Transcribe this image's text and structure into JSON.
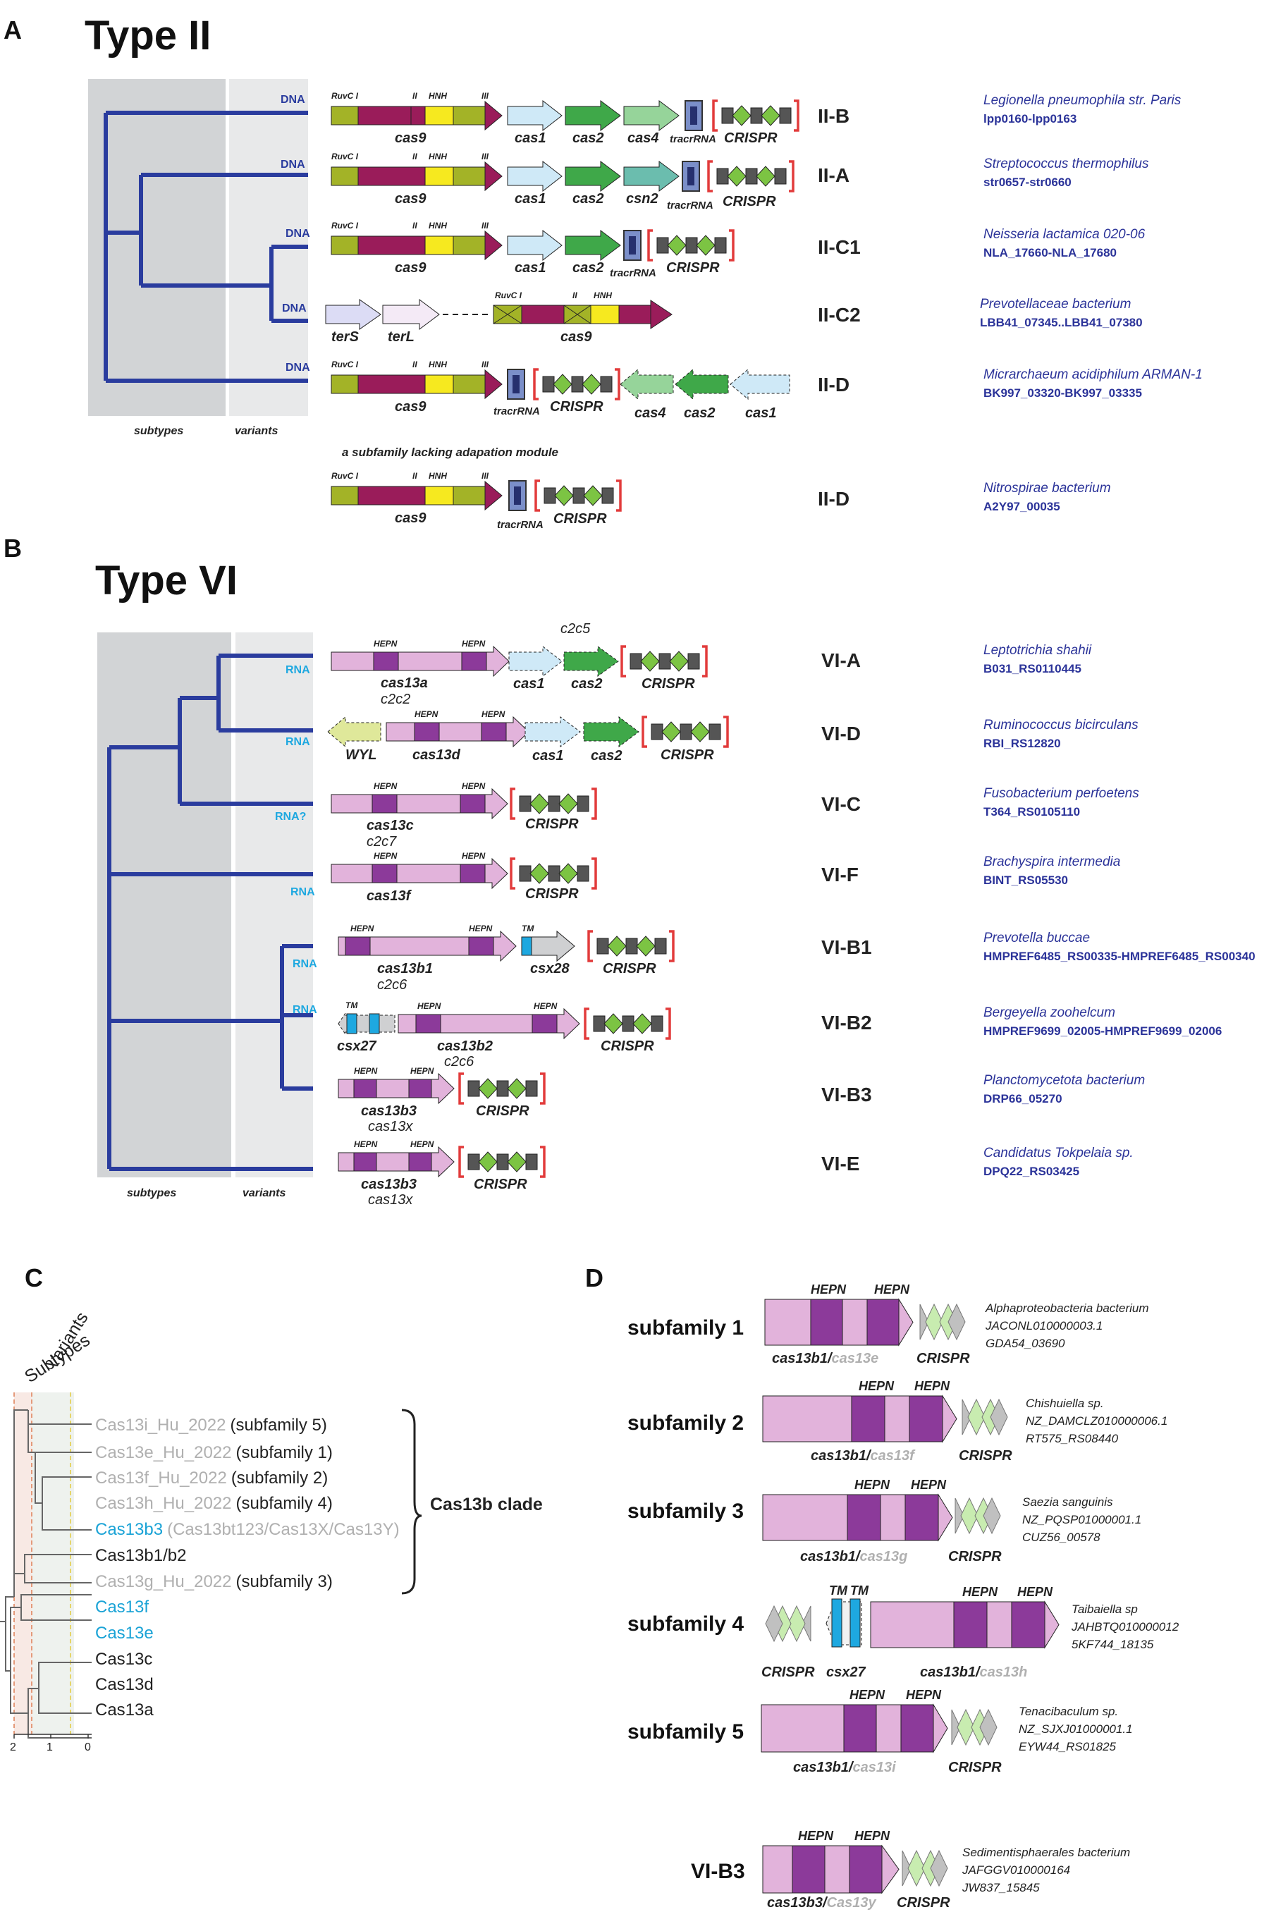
{
  "panelA": {
    "label": "A",
    "title": "Type II",
    "mol": "DNA",
    "subtypes_label": "subtypes",
    "variants_label": "variants",
    "subfamily_note": "a subfamily lacking adapation module",
    "domains": {
      "ruvc": "RuvC I",
      "ii": "II",
      "hnh": "HNH",
      "iii": "III"
    },
    "genes": {
      "cas9": "cas9",
      "cas1": "cas1",
      "cas2": "cas2",
      "cas4": "cas4",
      "csn2": "csn2",
      "tracr": "tracrRNA",
      "crispr": "CRISPR",
      "terS": "terS",
      "terL": "terL"
    },
    "rows": [
      {
        "subtype": "II-B",
        "organism": "Legionella pneumophila str. Paris",
        "locus": "lpp0160-lpp0163"
      },
      {
        "subtype": "II-A",
        "organism": "Streptococcus thermophilus",
        "locus": "str0657-str0660"
      },
      {
        "subtype": "II-C1",
        "organism": "Neisseria lactamica 020-06",
        "locus": "NLA_17660-NLA_17680"
      },
      {
        "subtype": "II-C2",
        "organism": "Prevotellaceae bacterium",
        "locus": "LBB41_07345..LBB41_07380"
      },
      {
        "subtype": "II-D",
        "organism": "Micrarchaeum acidiphilum ARMAN-1",
        "locus": "BK997_03320-BK997_03335"
      },
      {
        "subtype": "II-D",
        "organism": "Nitrospirae bacterium",
        "locus": "A2Y97_00035"
      }
    ]
  },
  "panelB": {
    "label": "B",
    "title": "Type VI",
    "mol": {
      "rna": "RNA",
      "rnaq": "RNA?"
    },
    "subtypes_label": "subtypes",
    "variants_label": "variants",
    "domains": {
      "hepn": "HEPN",
      "tm": "TM"
    },
    "genes": {
      "cas13a": "cas13a",
      "c2c2": "c2c2",
      "c2c5": "c2c5",
      "cas1": "cas1",
      "cas2": "cas2",
      "crispr": "CRISPR",
      "wyl": "WYL",
      "cas13d": "cas13d",
      "cas13c": "cas13c",
      "c2c7": "c2c7",
      "cas13f": "cas13f",
      "cas13b1": "cas13b1",
      "c2c6": "c2c6",
      "csx28": "csx28",
      "csx27": "csx27",
      "cas13b2": "cas13b2",
      "cas13b3": "cas13b3",
      "cas13x": "cas13x"
    },
    "rows": [
      {
        "subtype": "VI-A",
        "organism": "Leptotrichia shahii",
        "locus": "B031_RS0110445"
      },
      {
        "subtype": "VI-D",
        "organism": "Ruminococcus bicirculans",
        "locus": "RBI_RS12820"
      },
      {
        "subtype": "VI-C",
        "organism": "Fusobacterium perfoetens",
        "locus": "T364_RS0105110"
      },
      {
        "subtype": "VI-F",
        "organism": "Brachyspira intermedia",
        "locus": "BINT_RS05530"
      },
      {
        "subtype": "VI-B1",
        "organism": "Prevotella buccae",
        "locus": "HMPREF6485_RS00335-HMPREF6485_RS00340"
      },
      {
        "subtype": "VI-B2",
        "organism": "Bergeyella zoohelcum",
        "locus": "HMPREF9699_02005-HMPREF9699_02006"
      },
      {
        "subtype": "VI-B3",
        "organism": "Planctomycetota bacterium",
        "locus": "DRP66_05270"
      },
      {
        "subtype": "VI-E",
        "organism": "Candidatus Tokpelaia sp.",
        "locus": "DPQ22_RS03425"
      }
    ]
  },
  "panelC": {
    "label": "C",
    "col_subtypes": "Subtypes",
    "col_variants": "Variants",
    "leaves": [
      {
        "name": "Cas13i_Hu_2022",
        "note": "(subfamily 5)"
      },
      {
        "name": "Cas13e_Hu_2022",
        "note": "(subfamily 1)"
      },
      {
        "name": "Cas13f_Hu_2022",
        "note": "(subfamily 2)"
      },
      {
        "name": "Cas13h_Hu_2022",
        "note": "(subfamily 4)"
      },
      {
        "name": "Cas13b3",
        "note": "(Cas13bt123/Cas13X/Cas13Y)"
      },
      {
        "name": "Cas13b1/b2",
        "note": ""
      },
      {
        "name": "Cas13g_Hu_2022",
        "note": "(subfamily 3)"
      },
      {
        "name": "Cas13f",
        "note": ""
      },
      {
        "name": "Cas13e",
        "note": ""
      },
      {
        "name": "Cas13c",
        "note": ""
      },
      {
        "name": "Cas13d",
        "note": ""
      },
      {
        "name": "Cas13a",
        "note": ""
      }
    ],
    "clade_label": "Cas13b clade",
    "axis_ticks": [
      "2",
      "1",
      "0"
    ],
    "colors": {
      "gray": "#b0b0b0",
      "cyan": "#1aa3d6",
      "black": "#222222"
    }
  },
  "panelD": {
    "label": "D",
    "hepn": "HEPN",
    "tm": "TM",
    "crispr": "CRISPR",
    "csx27": "csx27",
    "rows": [
      {
        "title": "subfamily 1",
        "gene_a": "cas13b1/",
        "gene_b": "cas13e",
        "org": "Alphaproteobacteria bacterium",
        "acc": "JACONL010000003.1",
        "locus": "GDA54_03690"
      },
      {
        "title": "subfamily 2",
        "gene_a": "cas13b1/",
        "gene_b": "cas13f",
        "org": "Chishuiella sp.",
        "acc": "NZ_DAMCLZ010000006.1",
        "locus": "RT575_RS08440"
      },
      {
        "title": "subfamily 3",
        "gene_a": "cas13b1/",
        "gene_b": "cas13g",
        "org": "Saezia sanguinis",
        "acc": "NZ_PQSP01000001.1",
        "locus": "CUZ56_00578"
      },
      {
        "title": "subfamily 4",
        "gene_a": "cas13b1/",
        "gene_b": "cas13h",
        "org": "Taibaiella sp",
        "acc": "JAHBTQ010000012",
        "locus": "5KF744_18135"
      },
      {
        "title": "subfamily 5",
        "gene_a": "cas13b1/",
        "gene_b": "cas13i",
        "org": "Tenacibaculum sp.",
        "acc": "NZ_SJXJ01000001.1",
        "locus": "EYW44_RS01825"
      },
      {
        "title": "VI-B3",
        "gene_a": "cas13b3/",
        "gene_b": "Cas13y",
        "org": "Sedimentisphaerales bacterium",
        "acc": "JAFGGV010000164",
        "locus": "JW837_15845"
      }
    ]
  }
}
